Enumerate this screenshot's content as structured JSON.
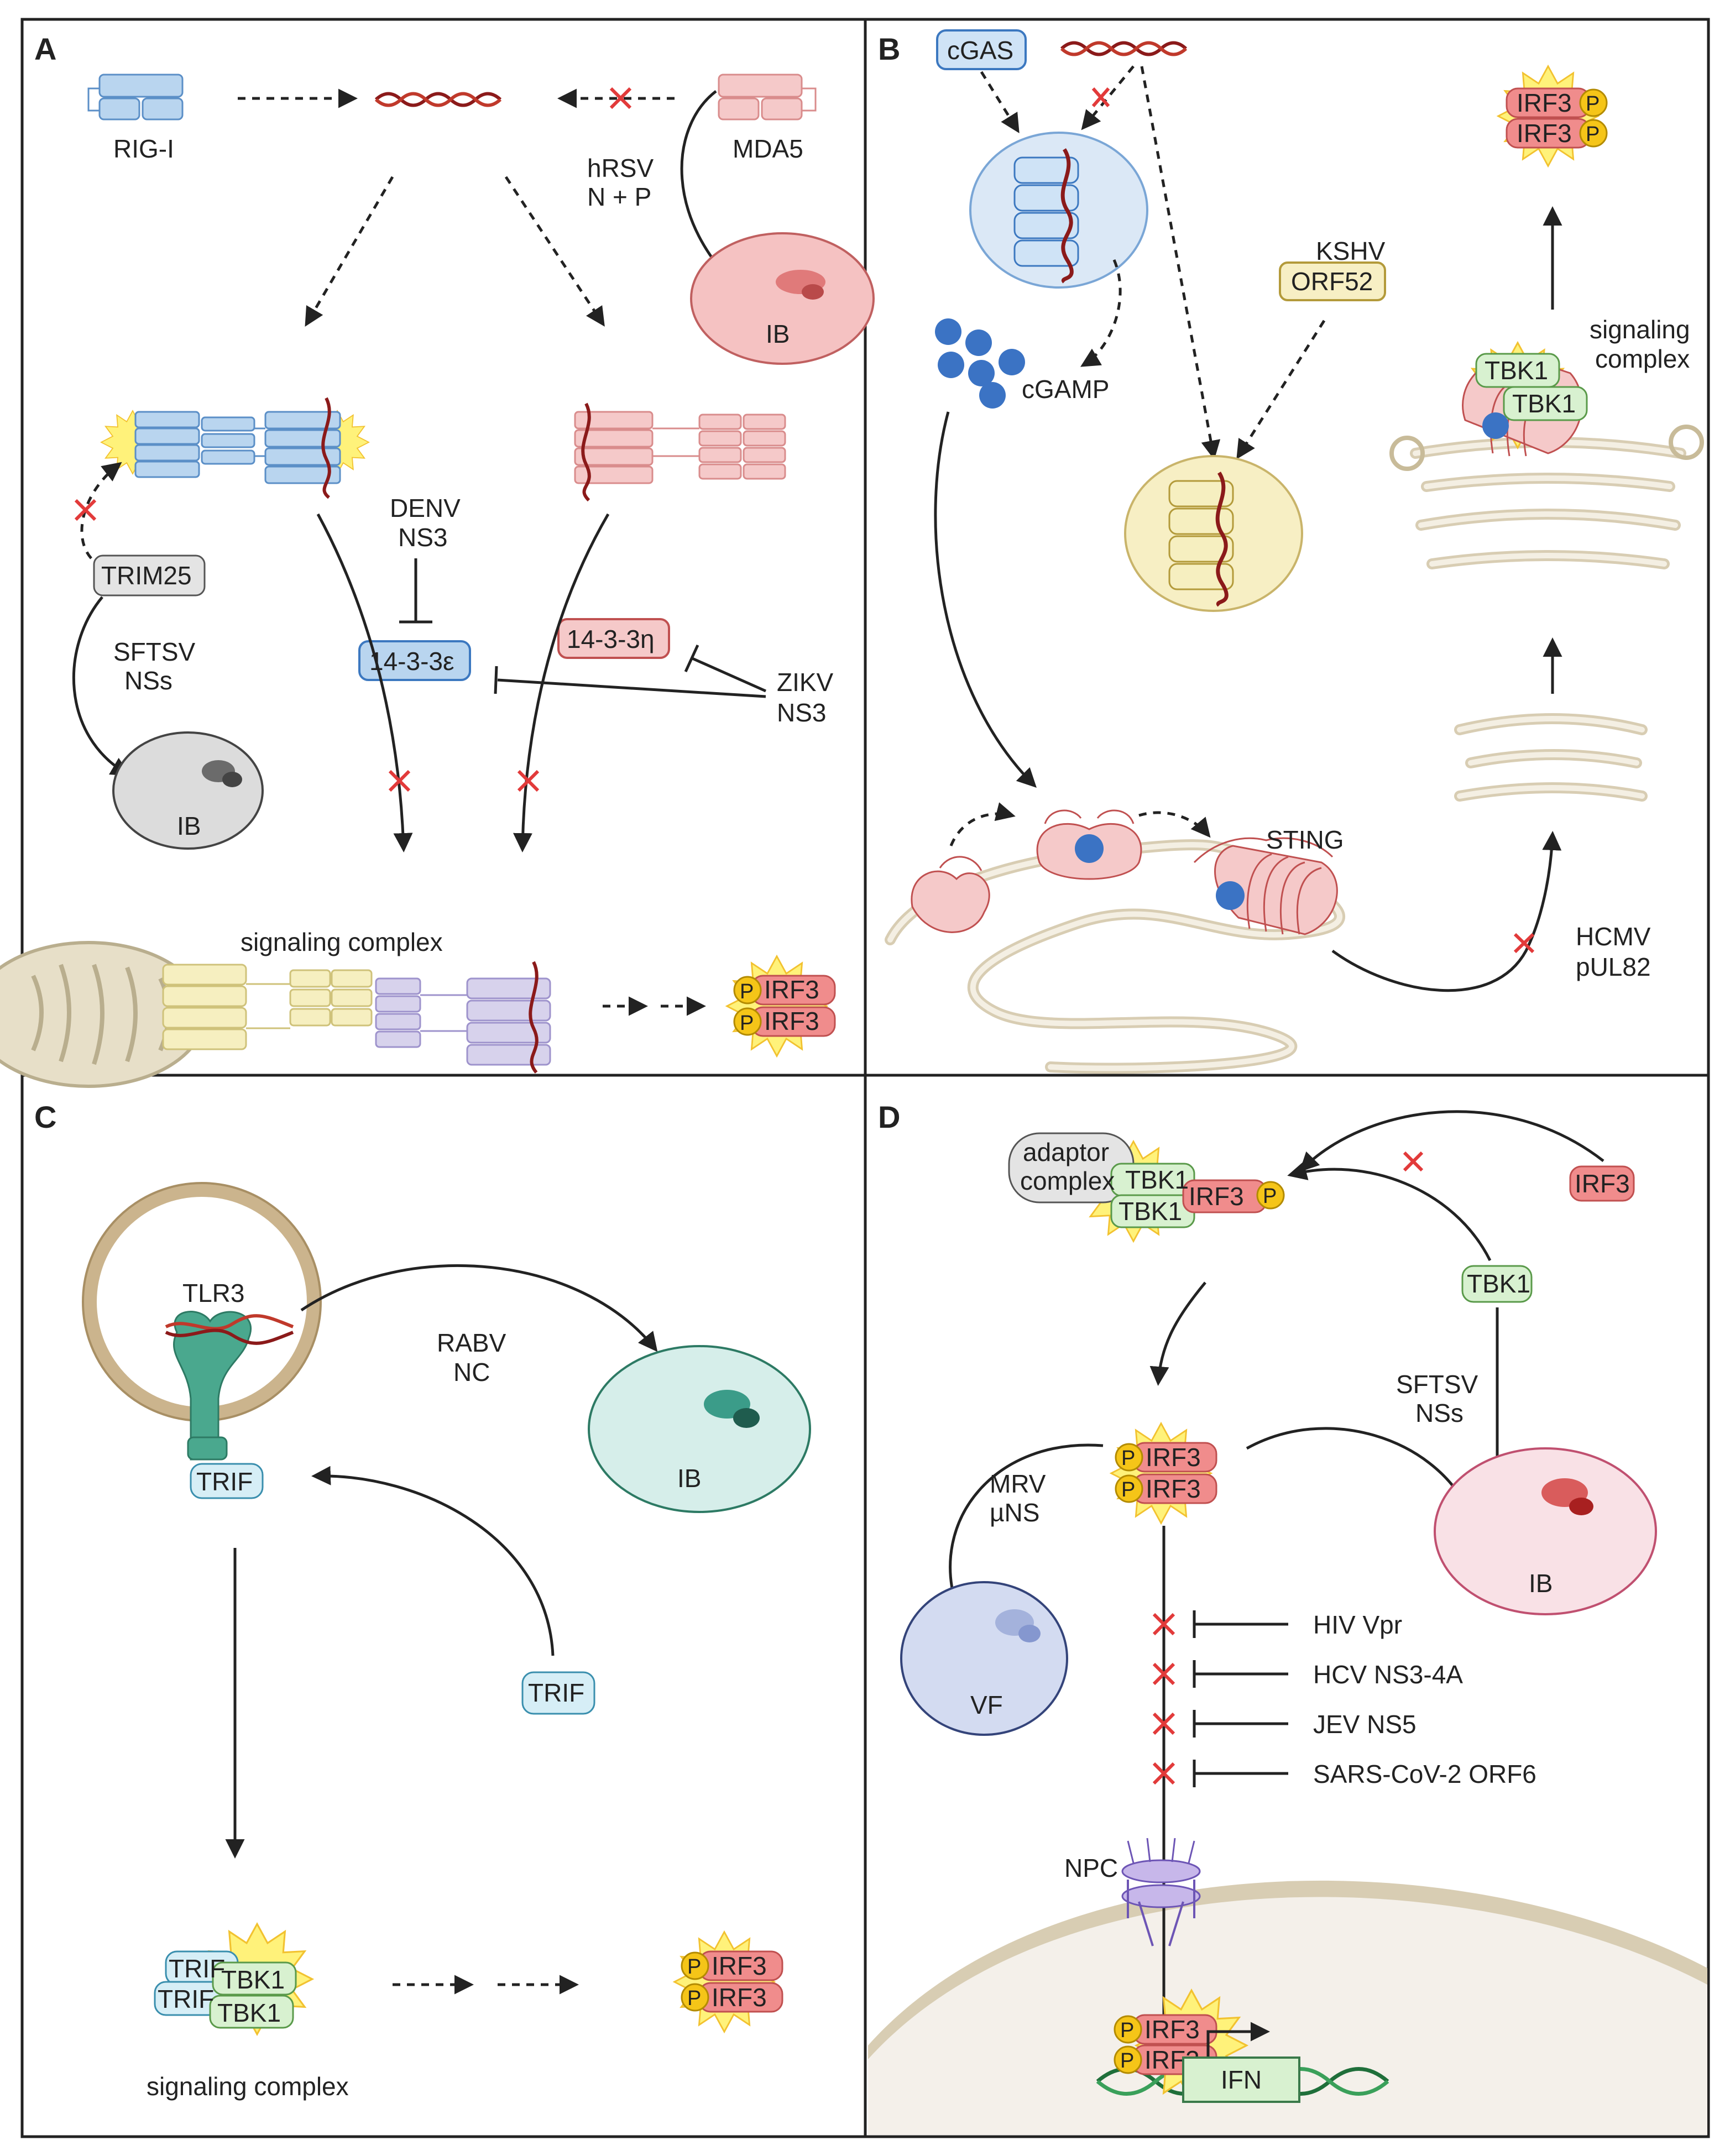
{
  "panels": {
    "A": {
      "letter": "A",
      "rig_i": "RIG-I",
      "mda5": "MDA5",
      "hrsv_1": "hRSV",
      "hrsv_2": "N + P",
      "ib": "IB",
      "denv_1": "DENV",
      "denv_2": "NS3",
      "trim25": "TRIM25",
      "sftsv_1": "SFTSV",
      "sftsv_2": "NSs",
      "ib2": "IB",
      "prot_eps": "14-3-3ε",
      "prot_eta": "14-3-3η",
      "zikv_1": "ZIKV",
      "zikv_2": "NS3",
      "signaling_complex": "signaling complex",
      "p": "P",
      "irf3": "IRF3"
    },
    "B": {
      "letter": "B",
      "cgas": "cGAS",
      "cgamp": "cGAMP",
      "kshv_1": "KSHV",
      "kshv_2": "ORF52",
      "sting": "STING",
      "hcmv_1": "HCMV",
      "hcmv_2": "pUL82",
      "tbk1": "TBK1",
      "signaling_1": "signaling",
      "signaling_2": "complex",
      "irf3": "IRF3",
      "p": "P"
    },
    "C": {
      "letter": "C",
      "tlr3": "TLR3",
      "rabv_1": "RABV",
      "rabv_2": "NC",
      "ib": "IB",
      "trif": "TRIF",
      "tbk1": "TBK1",
      "signaling_complex": "signaling complex",
      "irf3": "IRF3",
      "p": "P"
    },
    "D": {
      "letter": "D",
      "adaptor_1": "adaptor",
      "adaptor_2": "complex",
      "tbk1": "TBK1",
      "irf3": "IRF3",
      "p": "P",
      "sftsv_1": "SFTSV",
      "sftsv_2": "NSs",
      "mrv_1": "MRV",
      "mrv_2": "µNS",
      "vf": "VF",
      "ib": "IB",
      "inhibitors": [
        "HIV Vpr",
        "HCV NS3-4A",
        "JEV NS5",
        "SARS-CoV-2 ORF6"
      ],
      "npc": "NPC",
      "ifn": "IFN"
    }
  },
  "colors": {
    "blue_protein": "#b9d5ef",
    "pink_protein": "#f5c9c9",
    "yellow_protein": "#f6efc0",
    "lavender_protein": "#d7d2ec",
    "teal_protein": "#4aa88e",
    "irf3": "#f08c8c",
    "phospho": "#f5c518",
    "burst": "#fff27a",
    "inhibition_x": "#e23a3a"
  }
}
